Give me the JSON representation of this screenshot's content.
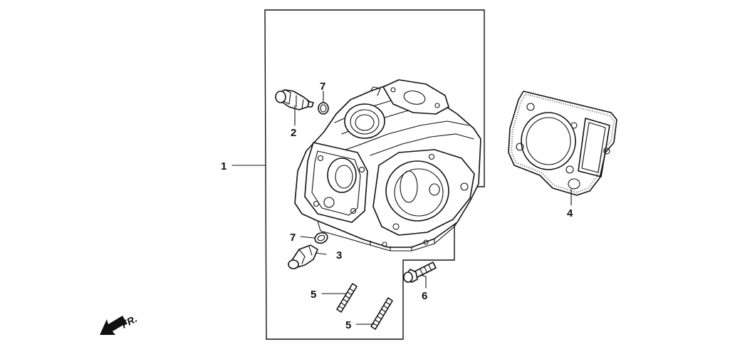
{
  "callouts": {
    "c1": "1",
    "c2": "2",
    "c3": "3",
    "c4": "4",
    "c5a": "5",
    "c5b": "5",
    "c6": "6",
    "c7a": "7",
    "c7b": "7"
  },
  "direction": {
    "label": "FR."
  },
  "icons": {
    "front_arrow": "arrow-down-left"
  }
}
